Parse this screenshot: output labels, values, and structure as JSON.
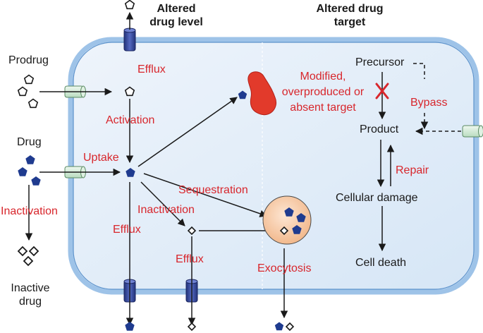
{
  "headers": {
    "altered_level": "Altered drug level",
    "altered_target": "Altered drug target"
  },
  "labels": {
    "prodrug": "Prodrug",
    "drug": "Drug",
    "inactivation_left": "Inactivation",
    "inactive_drug": "Inactive drug",
    "efflux_top": "Efflux",
    "activation": "Activation",
    "uptake": "Uptake",
    "target_desc": "Modified, overproduced or absent target",
    "sequestration": "Sequestration",
    "inactivation_inner": "Inactivation",
    "efflux_left": "Efflux",
    "efflux_mid": "Efflux",
    "exocytosis": "Exocytosis",
    "precursor": "Precursor",
    "bypass": "Bypass",
    "product": "Product",
    "repair": "Repair",
    "cellular_damage": "Cellular damage",
    "cell_death": "Cell death"
  },
  "colors": {
    "drug": "#1f3b8f",
    "red_text": "#d8262c",
    "cell_fill": "#e2edf9",
    "cell_border": "#6fa3d6",
    "channel": "#d9eedb",
    "pump": "#3a4fa5",
    "target": "#e23a2b",
    "vesicle": "#f4c49c"
  }
}
